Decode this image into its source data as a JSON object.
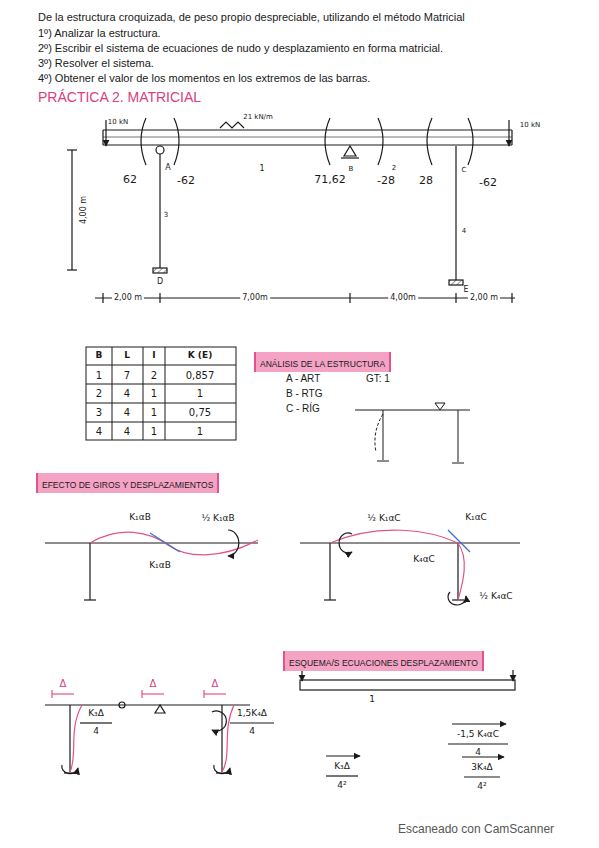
{
  "diagram": {
    "nodes": [
      {
        "text": [
          "ANÁLISIS DE LA ESTRUCTURA"
        ]
      },
      {
        "text": [
          "EFECTO DE GIROS Y DESPLAZAMIENTOS"
        ]
      },
      {
        "text": [
          "ESQUEMA/S ECUACIONES DESPLAZAMIENTO"
        ]
      }
    ],
    "labels": [
      "De la estructura croquizada, de peso propio despreciable, utilizando el método Matricial",
      "1º) Analizar la estructura.",
      "2º) Escribir el sistema de ecuaciones de nudo y desplazamiento en forma matricial.",
      "3º) Resolver el sistema.",
      "4º) Obtener el valor de los momentos en los extremos de las barras.",
      "PRÁCTICA 2. MATRICIAL",
      "10 kN",
      "21 kN/m",
      "10 kN",
      "62",
      "A",
      "-62",
      "1",
      "71,62",
      "B",
      "-28",
      "2",
      "28",
      "C",
      "-62",
      "3",
      "4",
      "D",
      "E",
      "4,00 m",
      "2,00 m",
      "7,00m",
      "4,00m",
      "2,00 m",
      "B",
      "L",
      "I",
      "K (E)",
      "1",
      "7",
      "2",
      "0,857",
      "2",
      "4",
      "1",
      "1",
      "3",
      "4",
      "1",
      "0,75",
      "4",
      "4",
      "1",
      "1",
      "A - ART",
      "GT: 1",
      "B - RTG",
      "C - RÍG",
      "K₁αB",
      "½ K₁αB",
      "K₁αB",
      "½ K₁αC",
      "K₁αC",
      "K₄αC",
      "½ K₄αC",
      "Δ",
      "Δ",
      "Δ",
      "K₃Δ",
      "4",
      "1,5K₄Δ",
      "4",
      "1",
      "-1,5 K₄αC",
      "4",
      "K₃Δ",
      "4²",
      "3K₄Δ",
      "4²",
      "Escaneado con CamScanner"
    ]
  }
}
